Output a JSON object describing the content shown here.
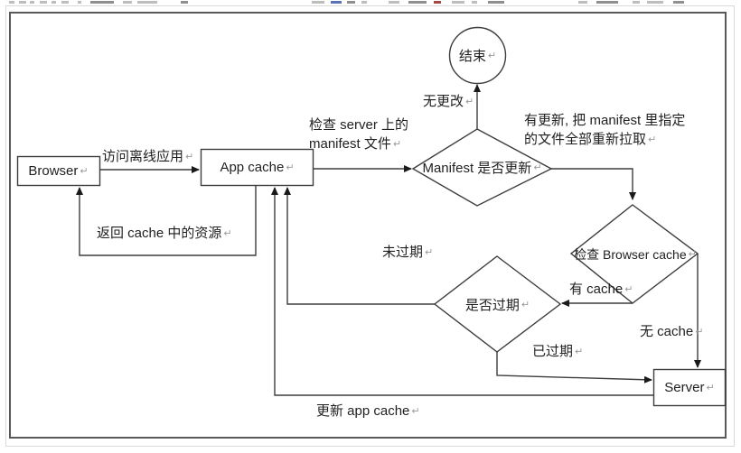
{
  "return_mark": "↵",
  "colors": {
    "line": "#3d3d3d",
    "arrow": "#1a1a1a",
    "chart_border": "#595959",
    "page_frame": "#d9d9d9",
    "text": "#1f1f1f",
    "return_mark": "#9a9a9a"
  },
  "nodes": {
    "browser": {
      "label": "Browser",
      "shape": "rect"
    },
    "app_cache": {
      "label": "App cache",
      "shape": "rect"
    },
    "server": {
      "label": "Server",
      "shape": "rect"
    },
    "end": {
      "label": "结束",
      "shape": "circle"
    },
    "manifest_check": {
      "label": "Manifest 是否更新",
      "shape": "diamond"
    },
    "browser_cache_check": {
      "label": "检查 Browser cache",
      "shape": "diamond"
    },
    "expired_check": {
      "label": "是否过期",
      "shape": "diamond"
    }
  },
  "edge_labels": {
    "visit_offline": {
      "text": "访问离线应用"
    },
    "check_manifest": {
      "line1": "检查 server 上的",
      "line2": "manifest 文件"
    },
    "no_change": {
      "text": "无更改"
    },
    "has_update": {
      "line1": "有更新, 把 manifest 里指定",
      "line2": "的文件全部重新拉取"
    },
    "has_cache": {
      "text": "有 cache"
    },
    "no_cache": {
      "text": "无 cache"
    },
    "not_expired": {
      "text": "未过期"
    },
    "expired": {
      "text": "已过期"
    },
    "update_app_cache": {
      "text": "更新 app cache"
    },
    "return_cache_resources": {
      "text": "返回 cache 中的资源"
    }
  }
}
